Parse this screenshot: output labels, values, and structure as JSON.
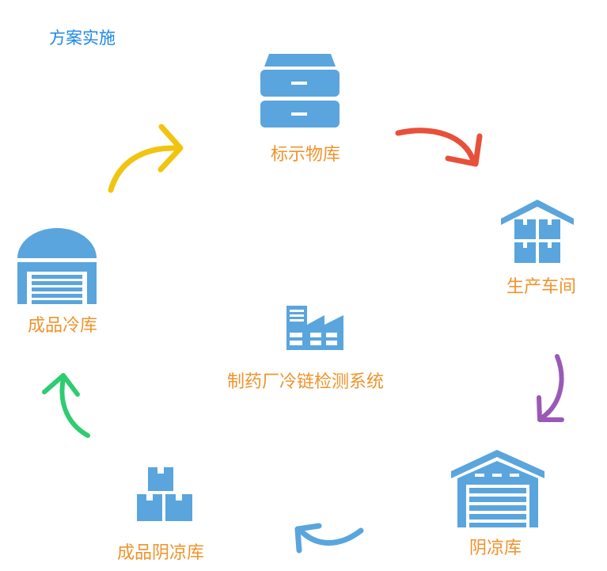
{
  "header": {
    "title": "方案实施"
  },
  "center": {
    "label": "制药厂冷链检测系统",
    "icon": "factory-icon"
  },
  "nodes": [
    {
      "id": "raw-material-warehouse",
      "label": "标示物库",
      "icon": "cabinet-drawers-icon"
    },
    {
      "id": "production-workshop",
      "label": "生产车间",
      "icon": "warehouse-boxes-icon"
    },
    {
      "id": "cool-storage",
      "label": "阴凉库",
      "icon": "garage-warehouse-icon"
    },
    {
      "id": "finished-cool-storage",
      "label": "成品阴凉库",
      "icon": "stacked-boxes-icon"
    },
    {
      "id": "finished-cold-storage",
      "label": "成品冷库",
      "icon": "dome-warehouse-icon"
    }
  ],
  "colors": {
    "title": "#1e88e5",
    "label": "#f0932b",
    "icon": "#5aa5dd",
    "arrow_red": "#e8503a",
    "arrow_purple": "#9b59b6",
    "arrow_blue": "#5aa5dd",
    "arrow_green": "#2ecc71",
    "arrow_yellow": "#f1c40f"
  }
}
